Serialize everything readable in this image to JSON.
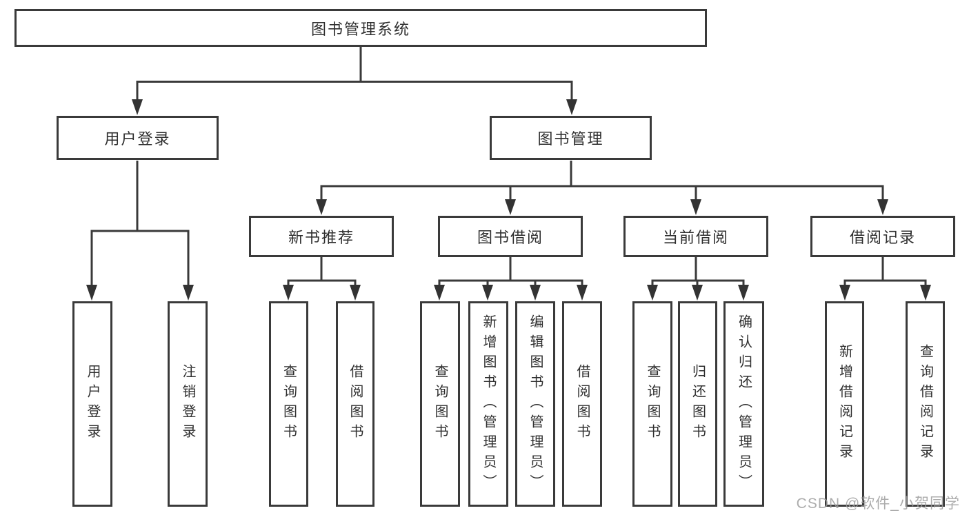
{
  "diagram": {
    "title": "图书管理系统",
    "root": {
      "label": "图书管理系统"
    },
    "level2": [
      {
        "id": "user-login",
        "label": "用户登录"
      },
      {
        "id": "book-management",
        "label": "图书管理"
      }
    ],
    "level3": [
      {
        "id": "new-book-recommendation",
        "label": "新书推荐",
        "parent": "book-management"
      },
      {
        "id": "book-borrowing",
        "label": "图书借阅",
        "parent": "book-management"
      },
      {
        "id": "current-borrowing",
        "label": "当前借阅",
        "parent": "book-management"
      },
      {
        "id": "borrowing-records",
        "label": "借阅记录",
        "parent": "book-management"
      }
    ],
    "leaves": [
      {
        "id": "user-login-leaf",
        "label": "用户登录",
        "parent": "user-login"
      },
      {
        "id": "logout",
        "label": "注销登录",
        "parent": "user-login"
      },
      {
        "id": "query-books-1",
        "label": "查询图书",
        "parent": "new-book-recommendation"
      },
      {
        "id": "borrow-books-1",
        "label": "借阅图书",
        "parent": "new-book-recommendation"
      },
      {
        "id": "query-books-2",
        "label": "查询图书",
        "parent": "book-borrowing"
      },
      {
        "id": "add-books-admin",
        "label": "新增图书（管理员）",
        "parent": "book-borrowing"
      },
      {
        "id": "edit-books-admin",
        "label": "编辑图书（管理员）",
        "parent": "book-borrowing"
      },
      {
        "id": "borrow-books-2",
        "label": "借阅图书",
        "parent": "book-borrowing"
      },
      {
        "id": "query-books-3",
        "label": "查询图书",
        "parent": "current-borrowing"
      },
      {
        "id": "return-books",
        "label": "归还图书",
        "parent": "current-borrowing"
      },
      {
        "id": "confirm-return-admin",
        "label": "确认归还（管理员）",
        "parent": "current-borrowing"
      },
      {
        "id": "add-borrow-record",
        "label": "新增借阅记录",
        "parent": "borrowing-records"
      },
      {
        "id": "query-borrow-record",
        "label": "查询借阅记录",
        "parent": "borrowing-records"
      }
    ]
  },
  "watermark": "CSDN @软件_小贺同学",
  "colors": {
    "line": "#3a3a3a",
    "text": "#2f2f2f",
    "background": "#ffffff",
    "watermark": "#9e9e9e"
  }
}
